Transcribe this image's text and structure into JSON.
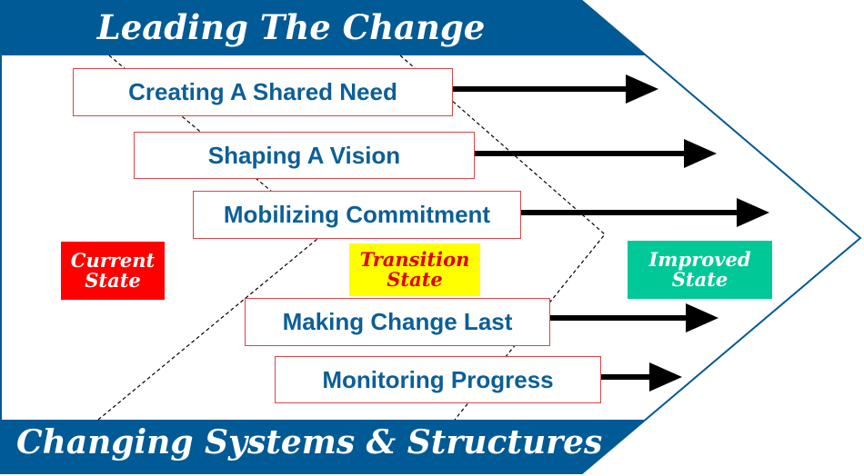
{
  "header": {
    "title": "Leading The Change"
  },
  "footer": {
    "title": "Changing Systems & Structures"
  },
  "steps": [
    "Creating A Shared Need",
    "Shaping A Vision",
    "Mobilizing Commitment",
    "Making Change Last",
    "Monitoring Progress"
  ],
  "states": {
    "current": {
      "line1": "Current",
      "line2": "State"
    },
    "transition": {
      "line1": "Transition",
      "line2": "State"
    },
    "improved": {
      "line1": "Improved",
      "line2": "State"
    }
  },
  "colors": {
    "banner": "#005a96",
    "step_text": "#0c5f98",
    "step_border": "#e0434a",
    "current_bg": "#ff0000",
    "transition_bg": "#ffff00",
    "transition_text": "#e00000",
    "improved_bg": "#00c896",
    "arrow": "#000000"
  }
}
